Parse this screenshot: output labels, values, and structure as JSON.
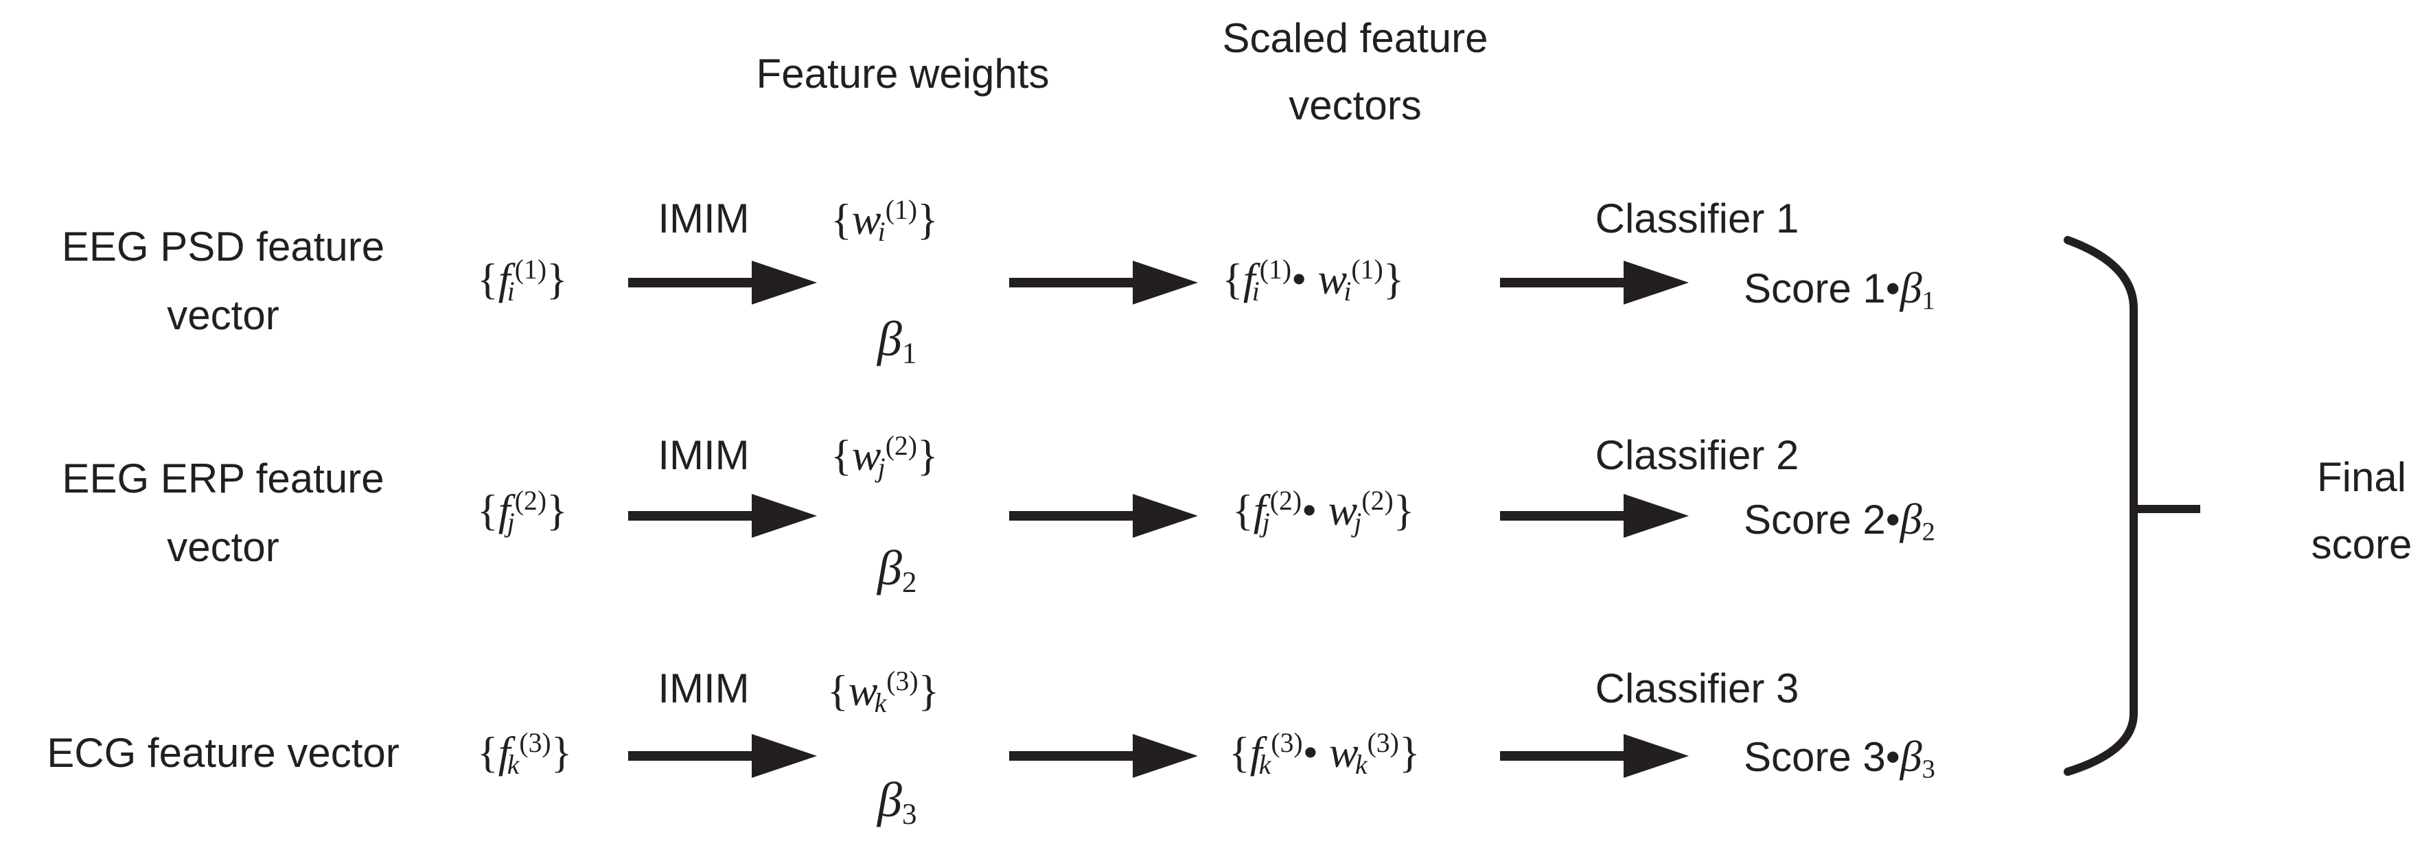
{
  "headers": {
    "weights": "Feature weights",
    "scaled": [
      "Scaled feature",
      "vectors"
    ]
  },
  "rows": [
    {
      "input": [
        "EEG PSD feature",
        "vector"
      ],
      "method": "IMIM",
      "feature": {
        "sym": "f",
        "idx": "i",
        "sup": "(1)"
      },
      "weight": {
        "sym": "w",
        "idx": "i",
        "sup": "(1)"
      },
      "beta": {
        "sym": "β",
        "sub": "1"
      },
      "classifier": "Classifier 1",
      "score": "Score 1•"
    },
    {
      "input": [
        "EEG ERP feature",
        "vector"
      ],
      "method": "IMIM",
      "feature": {
        "sym": "f",
        "idx": "j",
        "sup": "(2)"
      },
      "weight": {
        "sym": "w",
        "idx": "j",
        "sup": "(2)"
      },
      "beta": {
        "sym": "β",
        "sub": "2"
      },
      "classifier": "Classifier 2",
      "score": "Score 2•"
    },
    {
      "input": [
        "ECG feature vector"
      ],
      "method": "IMIM",
      "feature": {
        "sym": "f",
        "idx": "k",
        "sup": "(3)"
      },
      "weight": {
        "sym": "w",
        "idx": "k",
        "sup": "(3)"
      },
      "beta": {
        "sym": "β",
        "sub": "3"
      },
      "classifier": "Classifier 3",
      "score": "Score 3•"
    }
  ],
  "output": [
    "Final",
    "score"
  ]
}
